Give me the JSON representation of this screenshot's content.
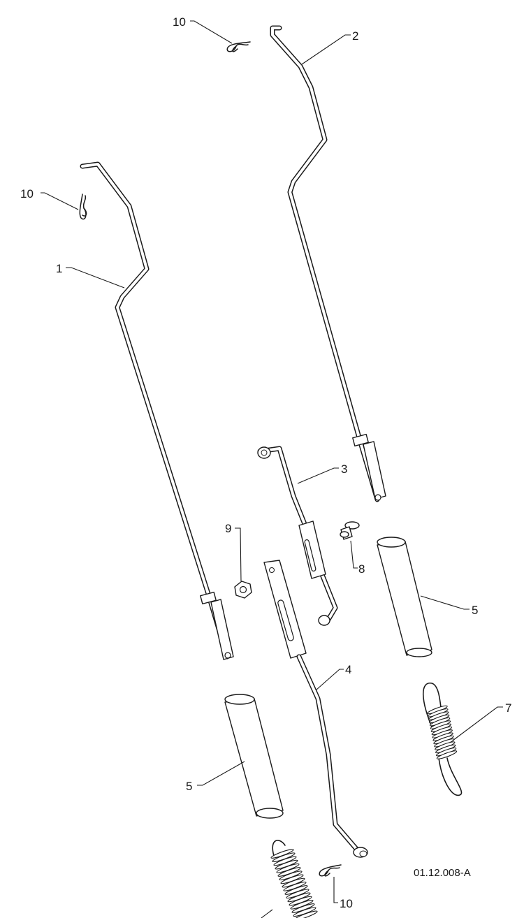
{
  "callouts": [
    {
      "id": "c10a",
      "text": "10"
    },
    {
      "id": "c2",
      "text": "2"
    },
    {
      "id": "c10b",
      "text": "10"
    },
    {
      "id": "c1",
      "text": "1"
    },
    {
      "id": "c3",
      "text": "3"
    },
    {
      "id": "c9",
      "text": "9"
    },
    {
      "id": "c8",
      "text": "8"
    },
    {
      "id": "c5a",
      "text": "5"
    },
    {
      "id": "c4",
      "text": "4"
    },
    {
      "id": "c7",
      "text": "7"
    },
    {
      "id": "c5b",
      "text": "5"
    },
    {
      "id": "c10c",
      "text": "10"
    }
  ],
  "reference_code": "01.12.008-A"
}
